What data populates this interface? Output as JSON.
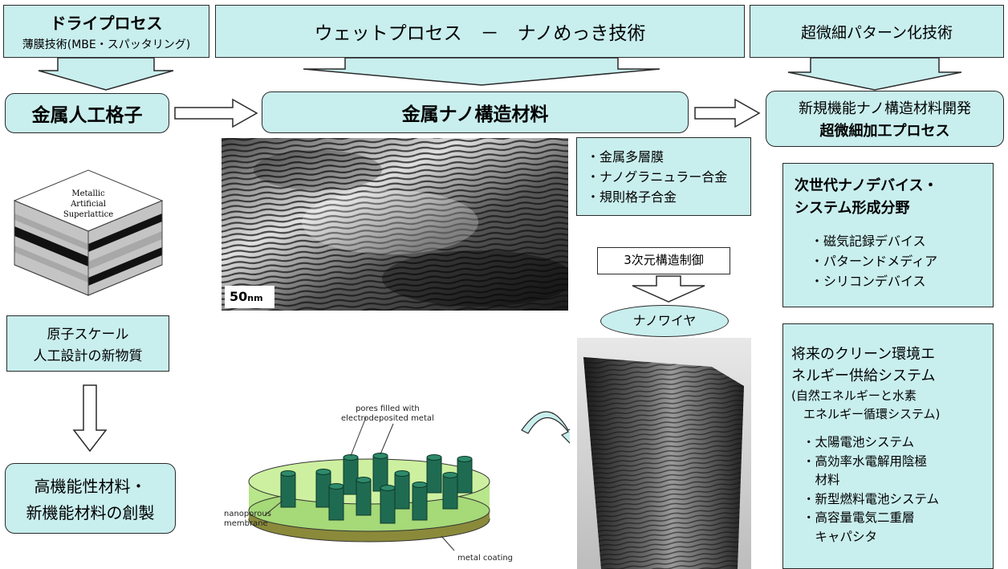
{
  "top": {
    "dry": {
      "title": "ドライプロセス",
      "sub": "薄膜技術(MBE・スパッタリング)"
    },
    "wet": {
      "title": "ウェットプロセス　－　ナノめっき技術"
    },
    "fine": {
      "title": "超微細パターン化技術"
    }
  },
  "row2": {
    "left": "金属人工格子",
    "center": "金属ナノ構造材料",
    "right": [
      "新規機能ナノ構造材料開発",
      "超微細加工プロセス"
    ]
  },
  "cube": {
    "lines": [
      "Metallic",
      "Artificial",
      "Superlattice"
    ]
  },
  "left_col": {
    "atomic": [
      "原子スケール",
      "人工設計の新物質"
    ],
    "creation": [
      "高機能性材料・",
      "新機能材料の創製"
    ]
  },
  "tem": {
    "scale": "50",
    "unit": "nm"
  },
  "materials": [
    "・金属多層膜",
    "・ナノグラニュラー合金",
    "・規則格子合金"
  ],
  "control": "3次元構造制御",
  "nanowire": "ナノワイヤ",
  "membrane": {
    "pores_label": [
      "pores filled with",
      "electrodeposited metal"
    ],
    "membrane_label": [
      "nanoporous",
      "membrane"
    ],
    "coating_label": "metal coating"
  },
  "nano_device": {
    "title": [
      "次世代ナノデバイス・",
      "システム形成分野"
    ],
    "items": [
      "・磁気記録デバイス",
      "・パターンドメディア",
      "・シリコンデバイス"
    ]
  },
  "clean_energy": {
    "title": [
      "将来のクリーン環境エ",
      "ネルギー供給システム"
    ],
    "sub": [
      "(自然エネルギーと水素",
      "　エネルギー循環システム)"
    ],
    "items": [
      "・太陽電池システム",
      "・高効率水電解用陰極",
      "　材料",
      "・新型燃料電池システム",
      "・高容量電気二重層",
      "　キャパシタ"
    ]
  },
  "colors": {
    "box_fill": "#c9eeee",
    "border": "#2a2a2a",
    "cylinder": "#1f6b52",
    "disk": "#b8e68a",
    "coating": "#8a8a3a"
  }
}
